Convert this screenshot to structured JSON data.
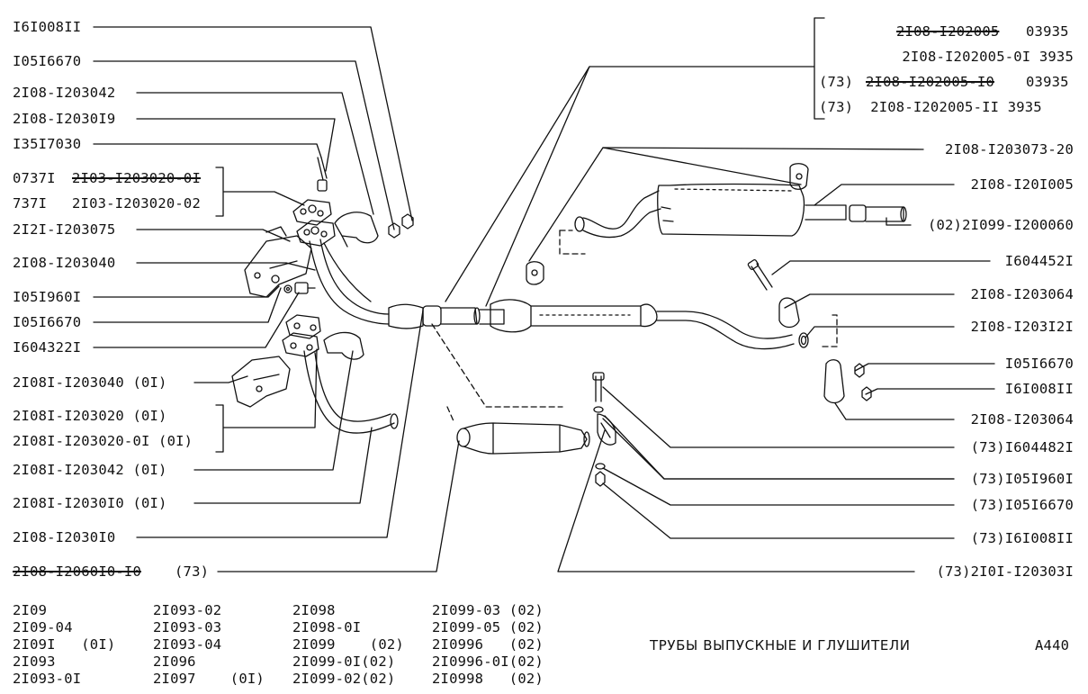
{
  "title": "ТРУБЫ ВЫПУСКНЫЕ И ГЛУШИТЕЛИ",
  "page_code": "A440",
  "left_labels": {
    "l01": "I6I008II",
    "l02": "I05I6670",
    "l03": "2I08-I203042",
    "l04": "2I08-I2030I9",
    "l05": "I35I7030",
    "l06a_code": "0737I",
    "l06a_part": "2I03-I203020-0I",
    "l06b_code": "737I",
    "l06b_part": "2I03-I203020-02",
    "l07": "2I2I-I203075",
    "l08": "2I08-I203040",
    "l09": "I05I960I",
    "l10": "I05I6670",
    "l11": "I604322I",
    "l12": "2I08I-I203040 (0I)",
    "l13": "2I08I-I203020 (0I)",
    "l14": "2I08I-I203020-0I (0I)",
    "l15": "2I08I-I203042 (0I)",
    "l16": "2I08I-I2030I0 (0I)",
    "l17": "2I08-I2030I0",
    "l18_part": "2I08-I2060I0-I0",
    "l18_suffix": "(73)"
  },
  "right_labels": {
    "r01_part": "2I08-I202005",
    "r01_code": "03935",
    "r02": "2I08-I202005-0I 3935",
    "r03_prefix": "(73)",
    "r03_part": "2I08-I202005-I0",
    "r03_code": "03935",
    "r04": "(73)  2I08-I202005-II 3935",
    "r05": "2I08-I203073-20",
    "r06": "2I08-I20I005",
    "r07": "(02)2I099-I200060",
    "r08": "I604452I",
    "r09": "2I08-I203064",
    "r10": "2I08-I203I2I",
    "r11": "I05I6670",
    "r12": "I6I008II",
    "r13": "2I08-I203064",
    "r14": "(73)I604482I",
    "r15": "(73)I05I960I",
    "r16": "(73)I05I6670",
    "r17": "(73)I6I008II",
    "r18": "(73)2I0I-I20303I"
  },
  "models": [
    [
      "2I09",
      "2I09-04",
      "2I09I   (0I)",
      "2I093",
      "2I093-0I"
    ],
    [
      "2I093-02",
      "2I093-03",
      "2I093-04",
      "2I096",
      "2I097    (0I)"
    ],
    [
      "2I098",
      "2I098-0I",
      "2I099    (02)",
      "2I099-0I(02)",
      "2I099-02(02)"
    ],
    [
      "2I099-03 (02)",
      "2I099-05 (02)",
      "2I0996   (02)",
      "2I0996-0I(02)",
      "2I0998   (02)"
    ]
  ],
  "colors": {
    "ink": "#111111",
    "paper": "#ffffff"
  }
}
